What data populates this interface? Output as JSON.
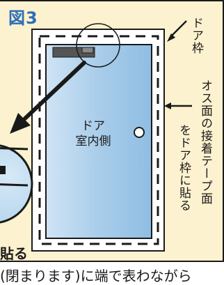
{
  "figure": {
    "title": "図3",
    "door_frame_label": "ドア枠",
    "instruction_line1": "オス面の接着テープ面",
    "instruction_line2": "をドア枠に貼る",
    "door_label_line1": "ドア",
    "door_label_line2": "室内側",
    "partial_label": "貼る"
  },
  "footer": {
    "partial_text": "(閉まります)に端で表わながら"
  },
  "colors": {
    "panel_background": "#fdf2cf",
    "door_fill": "#a9cdea",
    "frame_fill": "#ffffff",
    "title_color": "#2c6fb7"
  }
}
